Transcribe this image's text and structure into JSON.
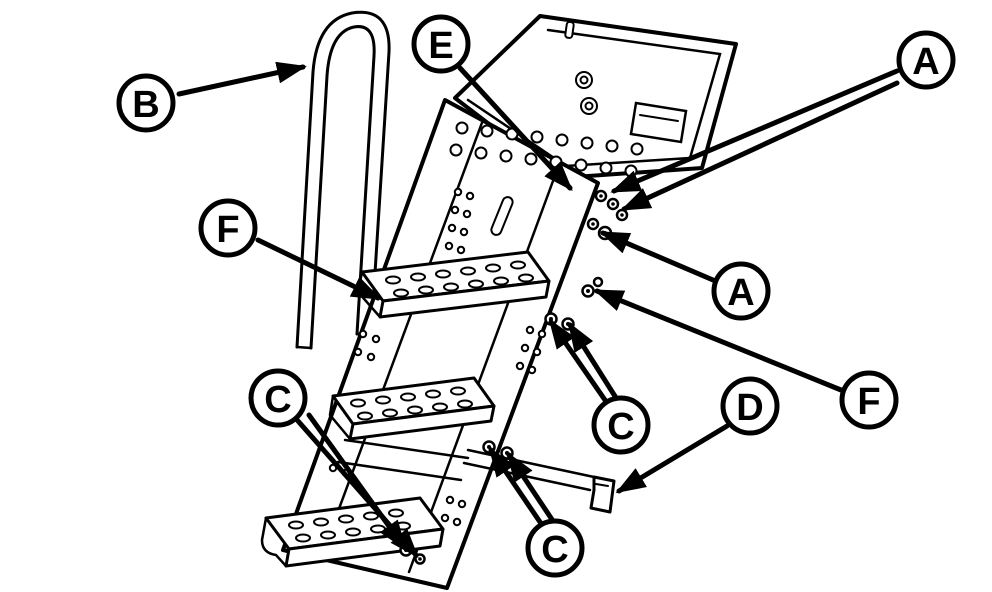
{
  "colors": {
    "line": "#000000",
    "background": "#ffffff"
  },
  "callouts": [
    {
      "label": "B"
    },
    {
      "label": "E"
    },
    {
      "label": "A"
    },
    {
      "label": "A"
    },
    {
      "label": "F"
    },
    {
      "label": "F"
    },
    {
      "label": "C"
    },
    {
      "label": "C"
    },
    {
      "label": "C"
    },
    {
      "label": "D"
    }
  ]
}
